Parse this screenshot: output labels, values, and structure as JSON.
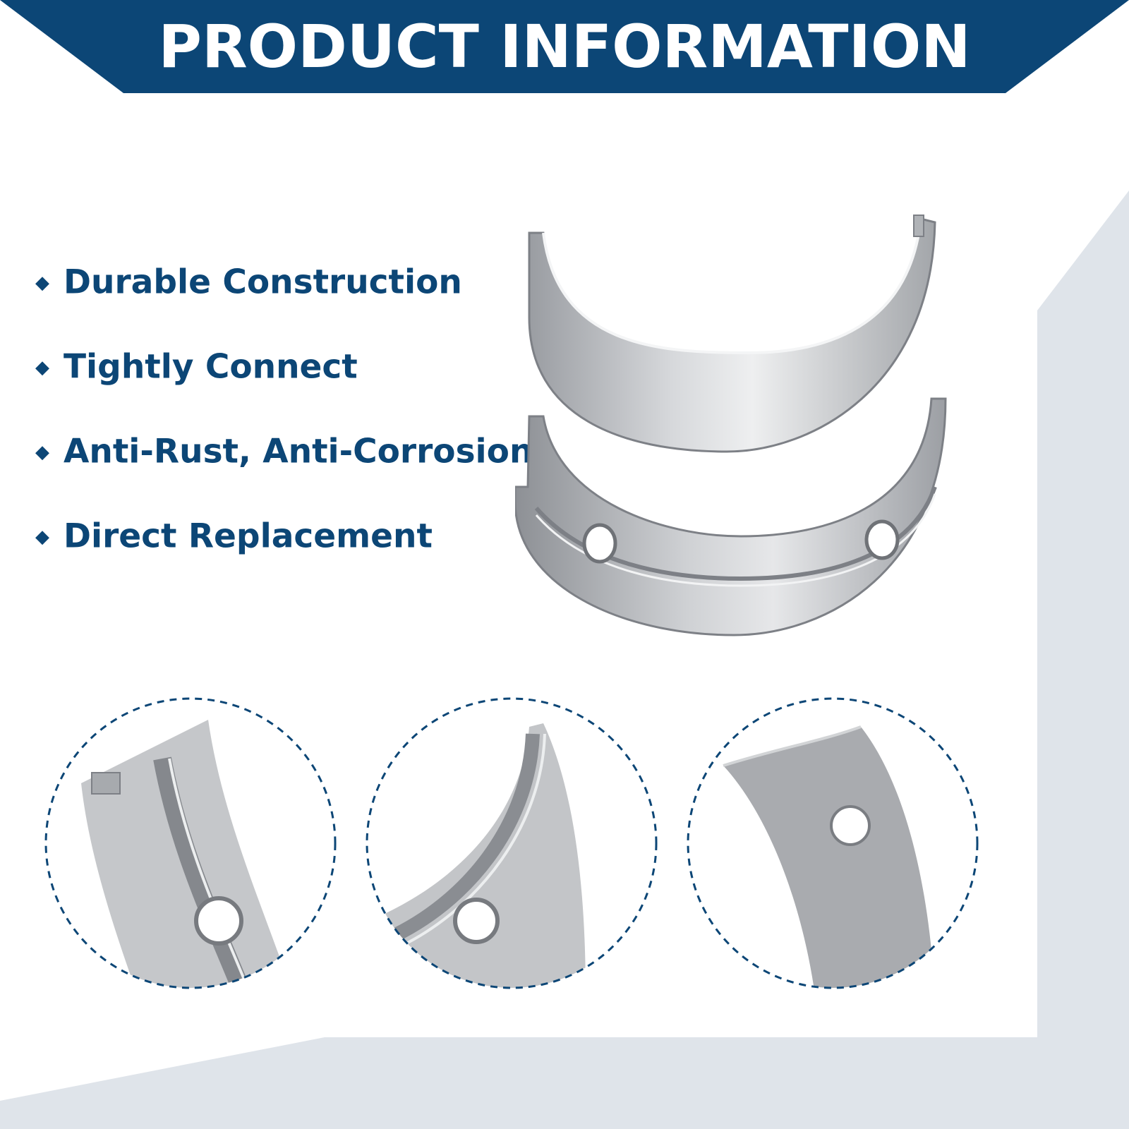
{
  "header": {
    "title": "PRODUCT INFORMATION"
  },
  "colors": {
    "brand_navy": "#0c4676",
    "background_light": "#dfe4ea",
    "metal_light": "#e2e3e5",
    "metal_mid": "#b7b9bd",
    "metal_dark": "#8c8f94"
  },
  "features": [
    {
      "label": "Durable Construction",
      "icon": "diamond-bullet-icon"
    },
    {
      "label": "Tightly Connect",
      "icon": "diamond-bullet-icon"
    },
    {
      "label": "Anti-Rust, Anti-Corrosion",
      "icon": "diamond-bullet-icon"
    },
    {
      "label": "Direct Replacement",
      "icon": "diamond-bullet-icon"
    }
  ],
  "images": {
    "main": "bearing-pair-image",
    "details": [
      "tab-detail-image",
      "groove-detail-image",
      "hole-detail-image"
    ]
  }
}
